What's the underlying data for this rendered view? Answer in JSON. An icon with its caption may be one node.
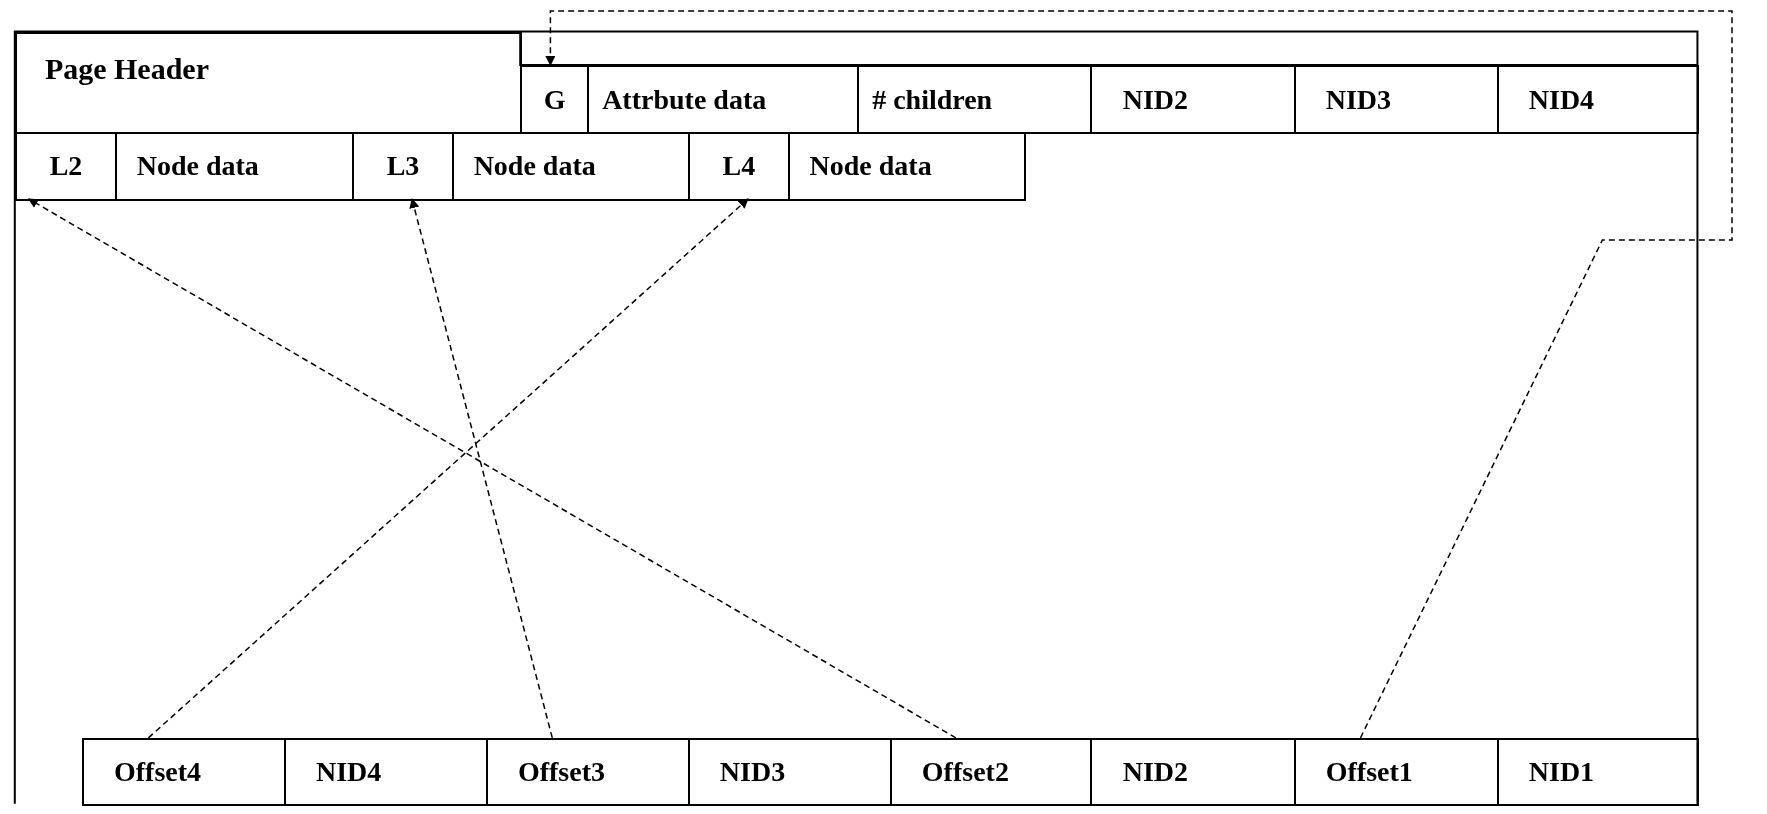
{
  "diagram": {
    "nodes": [
      {
        "text": [
          "Page Header"
        ]
      },
      {
        "text": [
          "G"
        ]
      },
      {
        "text": [
          "Attrbute data"
        ]
      },
      {
        "text": [
          "# children"
        ]
      },
      {
        "text": [
          "NID2"
        ]
      },
      {
        "text": [
          "NID3"
        ]
      },
      {
        "text": [
          "NID4"
        ]
      },
      {
        "text": [
          "L2"
        ]
      },
      {
        "text": [
          "Node data"
        ]
      },
      {
        "text": [
          "L3"
        ]
      },
      {
        "text": [
          "Node data"
        ]
      },
      {
        "text": [
          "L4"
        ]
      },
      {
        "text": [
          "Node data"
        ]
      },
      {
        "text": [
          "Offset4"
        ]
      },
      {
        "text": [
          "NID4"
        ]
      },
      {
        "text": [
          "Offset3"
        ]
      },
      {
        "text": [
          "NID3"
        ]
      },
      {
        "text": [
          "Offset2"
        ]
      },
      {
        "text": [
          "NID2"
        ]
      },
      {
        "text": [
          "Offset1"
        ]
      },
      {
        "text": [
          "NID1"
        ]
      }
    ],
    "edges": [
      {
        "from": 19,
        "to": 1,
        "arrow": "to",
        "style": "dashed"
      },
      {
        "from": 17,
        "to": 7,
        "arrow": "to",
        "style": "dashed"
      },
      {
        "from": 15,
        "to": 9,
        "arrow": "to",
        "style": "dashed"
      },
      {
        "from": 13,
        "to": 11,
        "arrow": "to",
        "style": "dashed"
      }
    ]
  }
}
